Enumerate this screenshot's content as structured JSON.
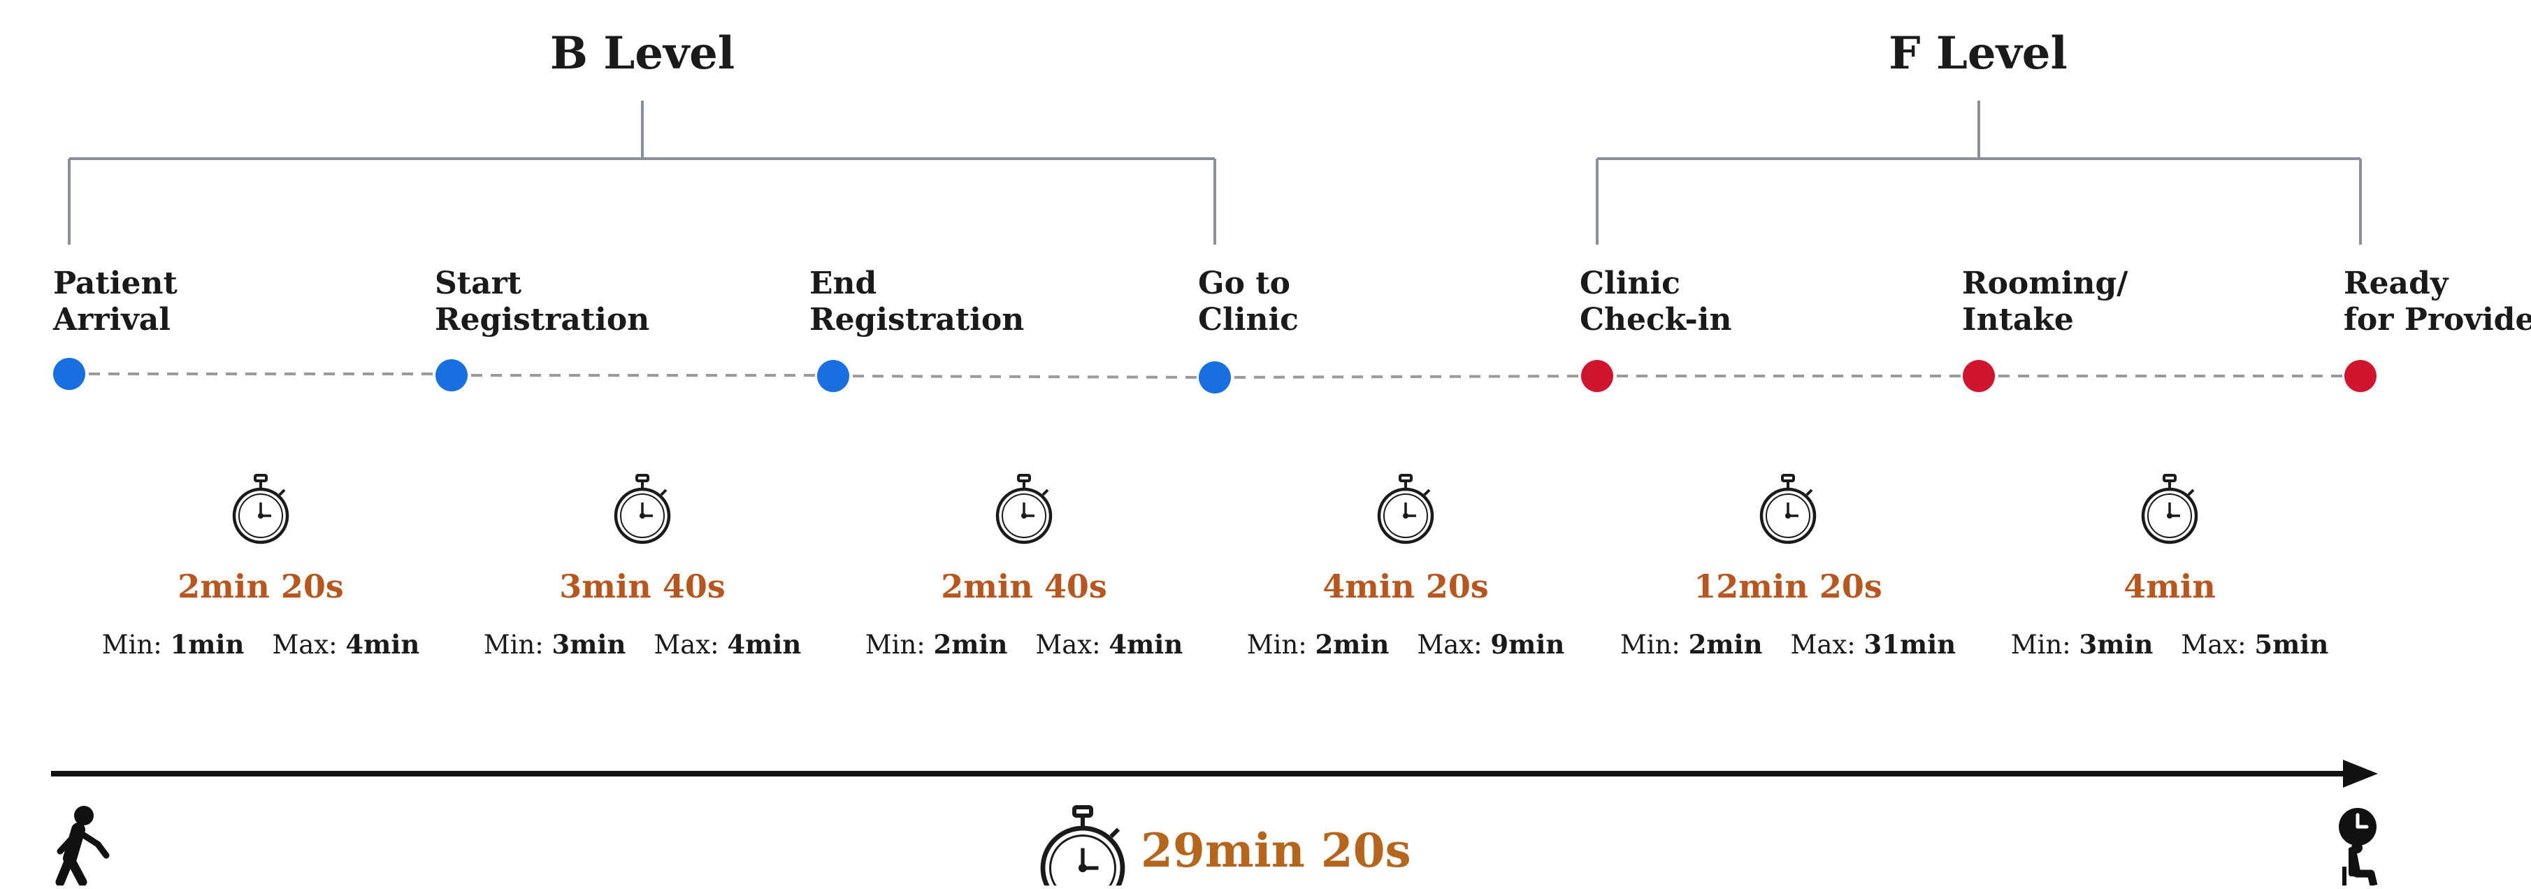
{
  "levels": [
    {
      "label": "B Level"
    },
    {
      "label": "F Level"
    }
  ],
  "stages": [
    {
      "line1": "Patient",
      "line2": "Arrival",
      "group": "B"
    },
    {
      "line1": "Start",
      "line2": "Registration",
      "group": "B"
    },
    {
      "line1": "End",
      "line2": "Registration",
      "group": "B"
    },
    {
      "line1": "Go to",
      "line2": "Clinic",
      "group": "B"
    },
    {
      "line1": "Clinic",
      "line2": "Check-in",
      "group": "F"
    },
    {
      "line1": "Rooming/",
      "line2": "Intake",
      "group": "F"
    },
    {
      "line1": "Ready",
      "line2": "for Provide",
      "group": "F"
    }
  ],
  "intervals": [
    {
      "duration": "2min 20s",
      "min_label": "Min:",
      "min": "1min",
      "max_label": "Max:",
      "max": "4min"
    },
    {
      "duration": "3min 40s",
      "min_label": "Min:",
      "min": "3min",
      "max_label": "Max:",
      "max": "4min"
    },
    {
      "duration": "2min 40s",
      "min_label": "Min:",
      "min": "2min",
      "max_label": "Max:",
      "max": "4min"
    },
    {
      "duration": "4min 20s",
      "min_label": "Min:",
      "min": "2min",
      "max_label": "Max:",
      "max": "9min"
    },
    {
      "duration": "12min 20s",
      "min_label": "Min:",
      "min": "2min",
      "max_label": "Max:",
      "max": "31min"
    },
    {
      "duration": "4min",
      "min_label": "Min:",
      "min": "3min",
      "max_label": "Max:",
      "max": "5min"
    }
  ],
  "total": {
    "duration": "29min 20s"
  },
  "icons": {
    "stopwatch": "stopwatch-icon",
    "start": "walking-person-icon",
    "end": "seated-person-clock-icon"
  },
  "colors": {
    "b_level_dot": "#1a6fe0",
    "f_level_dot": "#d0152f",
    "duration_text": "#b8561f",
    "total_text": "#b5651c",
    "bracket": "#8a9099",
    "dashes": "#9a9a9a"
  }
}
